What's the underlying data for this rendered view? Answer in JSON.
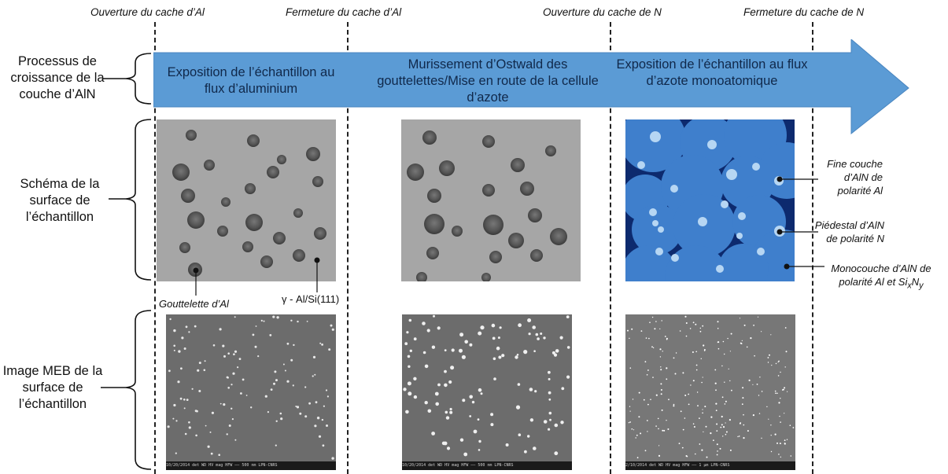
{
  "events": {
    "al_open": "Ouverture du cache d’Al",
    "al_close": "Fermeture du cache d’Al",
    "n_open": "Ouverture du cache de N",
    "n_close": "Fermeture du cache de N"
  },
  "rows": {
    "process": "Processus de croissance de la couche d’AlN",
    "schema": "Schéma de la surface de l’échantillon",
    "sem": "Image MEB de la surface de l’échantillon"
  },
  "stages": [
    "Exposition de l’échantillon au flux d’aluminium",
    "Murissement d’Ostwald des gouttelettes/Mise en route de la cellule d’azote",
    "Exposition de l’échantillon au flux d’azote monoatomique"
  ],
  "annotations": {
    "droplet": "Gouttelette d’Al",
    "substrate": "γ - Al/Si(111)",
    "thin_layer": "Fine couche d’AlN de polarité Al",
    "pedestal": "Piédestal d’AlN de polarité N",
    "monolayer_prefix": "Monocouche d’AlN de polarité Al et Si",
    "monolayer_sub1": "x",
    "monolayer_mid": "N",
    "monolayer_sub2": "y"
  },
  "sem_info": [
    "10/20/2014  det  WD  HV  mag  HFW  ——  500 nm  LPN-CNRS",
    "10/20/2014  det  WD  HV  mag  HFW  ——  500 nm  LPN-CNRS",
    "2/10/2014  det  WD  HV  mag  HFW  ——  1 µm  LPN-CNRS"
  ],
  "colors": {
    "arrow": "#5b9bd5",
    "gray_surface": "#a6a6a6",
    "blue_bg": "#0d2a6e",
    "pedestal": "#3f7fcc",
    "thin_layer": "#b6d6f3"
  }
}
